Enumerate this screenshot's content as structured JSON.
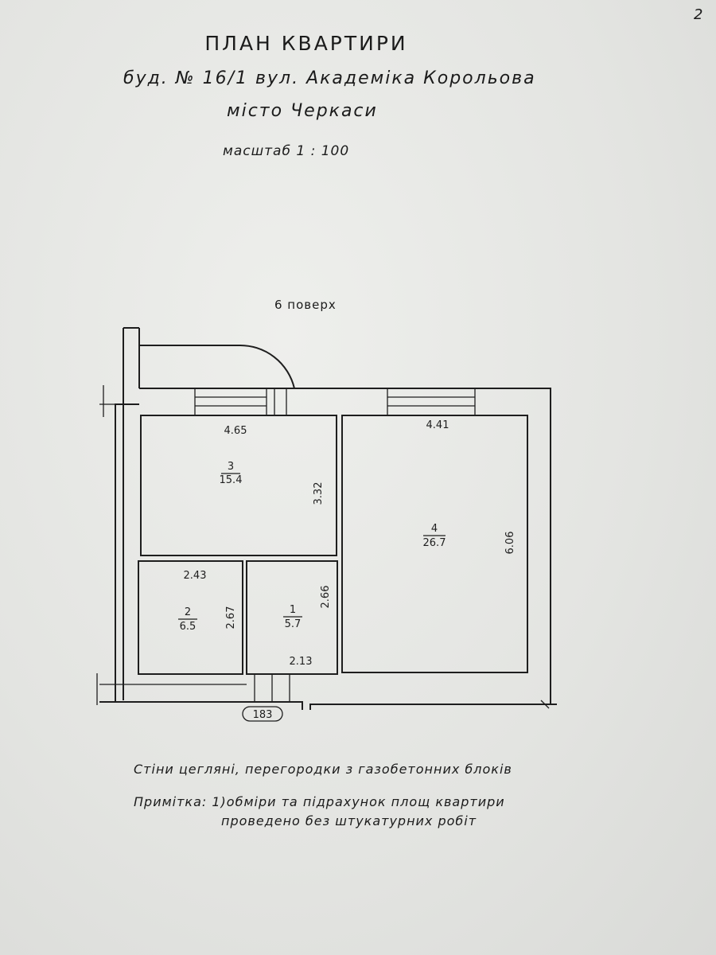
{
  "header": {
    "title": "ПЛАН КВАРТИРИ",
    "address": "буд. № 16/1 вул. Академіка Корольова",
    "city": "місто Черкаси",
    "scale": "масштаб   1 : 100",
    "page_number": "2"
  },
  "plan": {
    "floor": "6 поверх",
    "door_label": "183",
    "rooms": [
      {
        "number": "3",
        "area": "15.4",
        "width": "4.65",
        "height": "3.32"
      },
      {
        "number": "4",
        "area": "26.7",
        "width": "4.41",
        "height": "6.06"
      },
      {
        "number": "2",
        "area": "6.5",
        "width": "2.43",
        "height": "2.67"
      },
      {
        "number": "1",
        "area": "5.7",
        "width": "2.13",
        "height": "2.66"
      }
    ]
  },
  "notes": {
    "walls": "Стіни   цегляні, перегородки з газобетонних блоків",
    "note_line1": "Примітка:  1)обміри та підрахунок площ квартири",
    "note_line2": "проведено без штукатурних робіт"
  }
}
